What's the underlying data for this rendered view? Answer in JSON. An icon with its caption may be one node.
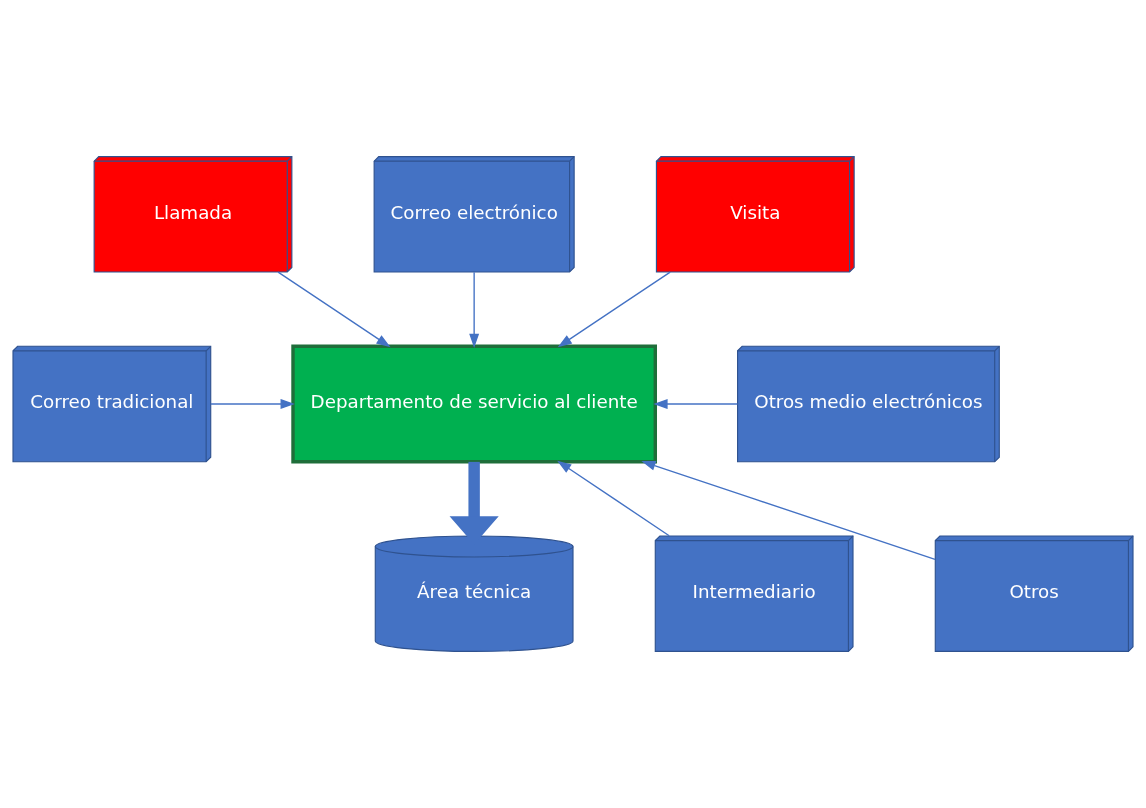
{
  "diagram": {
    "nodes": [
      {
        "text": [
          "Llamada"
        ]
      },
      {
        "text": [
          "Correo electrónico"
        ]
      },
      {
        "text": [
          "Visita"
        ]
      },
      {
        "text": [
          "Correo tradicional"
        ]
      },
      {
        "text": [
          "Departamento de servicio al cliente"
        ]
      },
      {
        "text": [
          "Otros medio electrónicos"
        ]
      },
      {
        "text": [
          "Intermediario"
        ]
      },
      {
        "text": [
          "Otros"
        ]
      },
      {
        "text": [
          "Área técnica"
        ]
      }
    ],
    "edges": [
      {
        "from": 0,
        "to": 4,
        "arrow": "to"
      },
      {
        "from": 1,
        "to": 4,
        "arrow": "to"
      },
      {
        "from": 2,
        "to": 4,
        "arrow": "to"
      },
      {
        "from": 3,
        "to": 4,
        "arrow": "to"
      },
      {
        "from": 5,
        "to": 4,
        "arrow": "to"
      },
      {
        "from": 6,
        "to": 4,
        "arrow": "to"
      },
      {
        "from": 7,
        "to": 4,
        "arrow": "to"
      },
      {
        "from": 4,
        "to": 8,
        "arrow": "to",
        "style": "thick"
      }
    ]
  }
}
